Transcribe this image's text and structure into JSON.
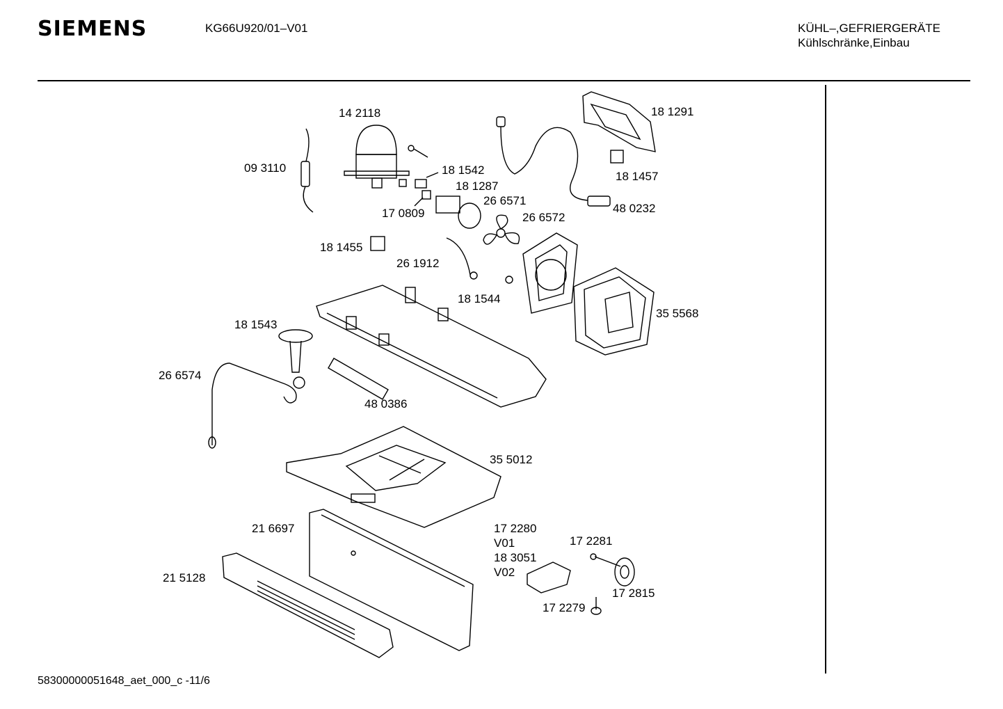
{
  "header": {
    "brand": "SIEMENS",
    "model": "KG66U920/01–V01",
    "category_line1": "KÜHL–,GEFRIERGERÄTE",
    "category_line2": "Kühlschränke,Einbau"
  },
  "footer": {
    "document_code": "58300000051648_aet_000_c  -11/6"
  },
  "parts": [
    {
      "id": "p142118",
      "label": "14 2118"
    },
    {
      "id": "p093110",
      "label": "09 3110"
    },
    {
      "id": "p181542",
      "label": "18 1542"
    },
    {
      "id": "p181287",
      "label": "18 1287"
    },
    {
      "id": "p170809",
      "label": "17 0809"
    },
    {
      "id": "p266571",
      "label": "26 6571"
    },
    {
      "id": "p266572",
      "label": "26 6572"
    },
    {
      "id": "p181291",
      "label": "18 1291"
    },
    {
      "id": "p181457",
      "label": "18 1457"
    },
    {
      "id": "p480232",
      "label": "48 0232"
    },
    {
      "id": "p181455",
      "label": "18 1455"
    },
    {
      "id": "p261912",
      "label": "26 1912"
    },
    {
      "id": "p181544",
      "label": "18 1544"
    },
    {
      "id": "p355568",
      "label": "35 5568"
    },
    {
      "id": "p181543",
      "label": "18 1543"
    },
    {
      "id": "p266574",
      "label": "26 6574"
    },
    {
      "id": "p480386",
      "label": "48 0386"
    },
    {
      "id": "p355012",
      "label": "35 5012"
    },
    {
      "id": "p216697",
      "label": "21 6697"
    },
    {
      "id": "p172280",
      "label": "17 2280"
    },
    {
      "id": "pv01",
      "label": "V01"
    },
    {
      "id": "p183051",
      "label": "18 3051"
    },
    {
      "id": "pv02",
      "label": "V02"
    },
    {
      "id": "p172281",
      "label": "17 2281"
    },
    {
      "id": "p215128",
      "label": "21 5128"
    },
    {
      "id": "p172815",
      "label": "17 2815"
    },
    {
      "id": "p172279",
      "label": "17 2279"
    }
  ]
}
